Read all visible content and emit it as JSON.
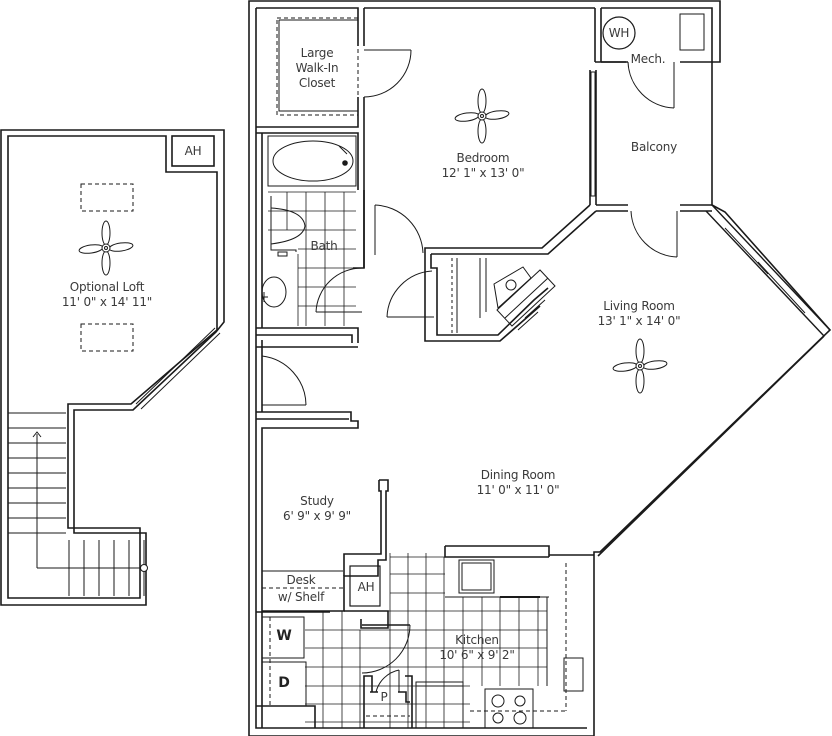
{
  "plan": {
    "loft": {
      "name": "Optional Loft",
      "dims": "11' 0\" x 14' 11\"",
      "ah_label": "AH"
    },
    "closet": {
      "line1": "Large",
      "line2": "Walk-In",
      "line3": "Closet"
    },
    "bedroom": {
      "name": "Bedroom",
      "dims": "12' 1\" x 13' 0\""
    },
    "mech": {
      "wh_label": "WH",
      "name": "Mech."
    },
    "balcony": {
      "name": "Balcony"
    },
    "bath": {
      "name": "Bath"
    },
    "living_room": {
      "name": "Living Room",
      "dims": "13' 1\" x 14' 0\""
    },
    "dining_room": {
      "name": "Dining Room",
      "dims": "11' 0\" x 11' 0\""
    },
    "study": {
      "name": "Study",
      "dims": "6' 9\" x 9' 9\"",
      "desk_line1": "Desk",
      "desk_line2": "w/ Shelf"
    },
    "ah_closet": {
      "label": "AH"
    },
    "kitchen": {
      "name": "Kitchen",
      "dims": "10' 6\" x 9' 2\""
    },
    "laundry": {
      "washer": "W",
      "dryer": "D"
    },
    "pantry": {
      "label": "P"
    },
    "colors": {
      "wall": "#1a1a1a",
      "line": "#333333",
      "background": "#ffffff"
    }
  }
}
